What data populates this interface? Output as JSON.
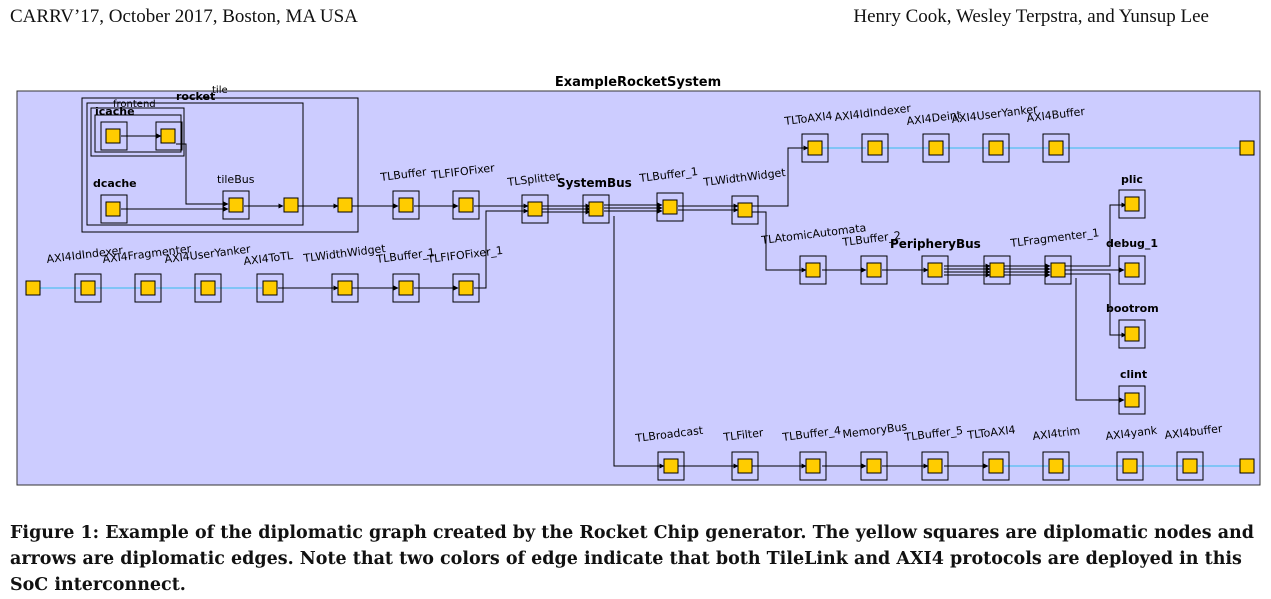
{
  "header": {
    "left": "CARRV’17, October 2017, Boston, MA USA",
    "right": "Henry Cook, Wesley Terpstra, and Yunsup Lee"
  },
  "diagram": {
    "title": "ExampleRocketSystem",
    "colors": {
      "background": "#ccccff",
      "node": "#ffcc00",
      "tl_edge": "#000000",
      "axi_edge": "#33bbee"
    },
    "tile": {
      "label": "tile",
      "rocket": "rocket",
      "frontend": "frontend",
      "icache": "icache",
      "dcache": "dcache",
      "tileBus": "tileBus"
    },
    "nodes": {
      "TLBuffer": "TLBuffer",
      "TLFIFOFixer": "TLFIFOFixer",
      "TLSplitter": "TLSplitter",
      "SystemBus": "SystemBus",
      "TLBuffer_1": "TLBuffer_1",
      "TLWidthWidget": "TLWidthWidget",
      "TLToAXI4": "TLToAXI4",
      "AXI4IdIndexer": "AXI4IdIndexer",
      "AXI4Deint": "AXI4Deint",
      "AXI4UserYanker": "AXI4UserYanker",
      "AXI4Buffer": "AXI4Buffer",
      "plic": "plic",
      "TLAtomicAutomata": "TLAtomicAutomata",
      "TLBuffer_2": "TLBuffer_2",
      "PeripheryBus": "PeripheryBus",
      "TLFragmenter_1": "TLFragmenter_1",
      "debug_1": "debug_1",
      "bootrom": "bootrom",
      "clint": "clint",
      "AXI4IdIndexer_in": "AXI4IdIndexer",
      "AXI4Fragmenter": "AXI4Fragmenter",
      "AXI4UserYanker_in": "AXI4UserYanker",
      "AXI4ToTL": "AXI4ToTL",
      "TLWidthWidget_in": "TLWidthWidget",
      "TLBuffer_1_in": "TLBuffer_1",
      "TLFIFOFixer_1": "TLFIFOFixer_1",
      "TLBroadcast": "TLBroadcast",
      "TLFilter": "TLFilter",
      "TLBuffer_4": "TLBuffer_4",
      "MemoryBus": "MemoryBus",
      "TLBuffer_5": "TLBuffer_5",
      "TLToAXI4_mem": "TLToAXI4",
      "AXI4trim": "AXI4trim",
      "AXI4yank": "AXI4yank",
      "AXI4buffer": "AXI4buffer"
    }
  },
  "caption": {
    "line1": "Figure 1: Example of the diplomatic graph created by the Rocket Chip generator. The yellow squares are diplomatic nodes and",
    "line2": "arrows are diplomatic edges. Note that two colors of edge indicate that both TileLink and AXI4 protocols are deployed in this",
    "line3": "SoC interconnect."
  }
}
